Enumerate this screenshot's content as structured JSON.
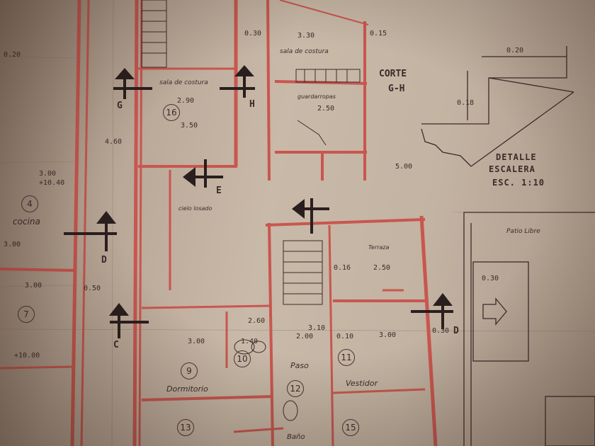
{
  "sheet": {
    "accent_wall": "#c9564f",
    "ink": "#3b2b2a",
    "paper": "#c6b6a4"
  },
  "corte": {
    "title": "CORTE",
    "subtitle": "G-H"
  },
  "detalle": {
    "title": "DETALLE",
    "line2": "ESCALERA",
    "scale": "ESC. 1:10"
  },
  "rooms": {
    "sala_costura_plan": "sala de costura",
    "sala_costura_corte": "sala de costura",
    "cocina": "cocina",
    "dormitorio": "Dormitorio",
    "paso": "Paso",
    "vestidor": "Vestidor",
    "bano": "Baño",
    "terraza": "Terraza",
    "patio": "Patio Libre",
    "cielo": "cielo losado",
    "guardarropa": "guardarropas"
  },
  "room_numbers": {
    "n16": "16",
    "n4": "4",
    "n7": "7",
    "n9": "9",
    "n10": "10",
    "n11": "11",
    "n12": "12",
    "n13": "13",
    "n15": "15"
  },
  "section_marks": {
    "g": "G",
    "h": "H",
    "d_left": "D",
    "d_right": "D",
    "c": "C",
    "e": "E"
  },
  "dimensions": {
    "d330": "3.30",
    "d015": "0.15",
    "d030": "0.30",
    "d020": "0.20",
    "d250": "2.50",
    "d290": "2.90",
    "d350": "3.50",
    "d460": "4.60",
    "d300": "3.00",
    "d310": "3.10",
    "d200": "2.00",
    "d010": "0.10",
    "d016": "0.16",
    "d500": "5.00",
    "d140": "1.40",
    "d260": "2.60",
    "d1040": "+10.40",
    "d1000": "+10.00",
    "d018": "0.18",
    "d050": "0.50"
  }
}
